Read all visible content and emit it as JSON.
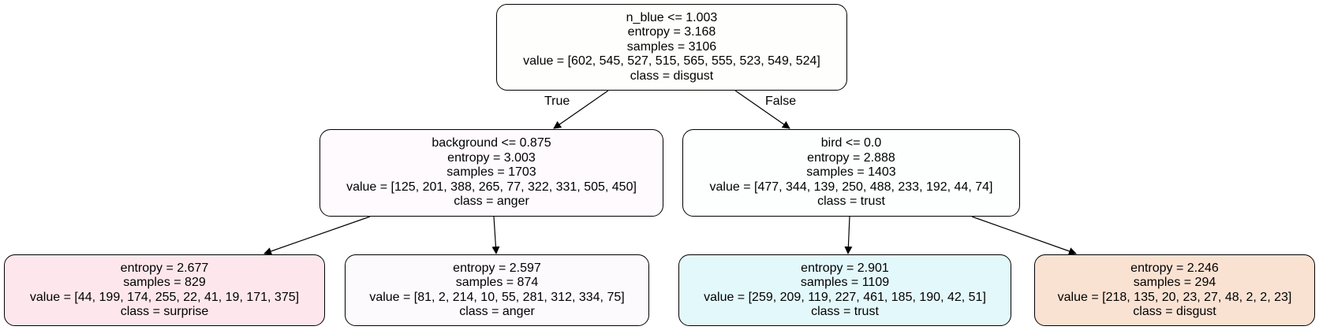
{
  "nodes": [
    {
      "id": "n0",
      "fill": "#fefefd",
      "lines": [
        "n_blue <= 1.003",
        "entropy = 3.168",
        "samples = 3106",
        "value = [602, 545, 527, 515, 565, 555, 523, 549, 524]",
        "class = disgust"
      ]
    },
    {
      "id": "n1",
      "fill": "#fefafd",
      "lines": [
        "background <= 0.875",
        "entropy = 3.003",
        "samples = 1703",
        "value = [125, 201, 388, 265, 77, 322, 331, 505, 450]",
        "class = anger"
      ]
    },
    {
      "id": "n2",
      "fill": "#fdfffe",
      "lines": [
        "bird <= 0.0",
        "entropy = 2.888",
        "samples = 1403",
        "value = [477, 344, 139, 250, 488, 233, 192, 44, 74]",
        "class = trust"
      ]
    },
    {
      "id": "n3",
      "fill": "#fde7ec",
      "lines": [
        "entropy = 2.677",
        "samples = 829",
        "value = [44, 199, 174, 255, 22, 41, 19, 171, 375]",
        "class = surprise"
      ]
    },
    {
      "id": "n4",
      "fill": "#fdfafd",
      "lines": [
        "entropy = 2.597",
        "samples = 874",
        "value = [81, 2, 214, 10, 55, 281, 312, 334, 75]",
        "class = anger"
      ]
    },
    {
      "id": "n5",
      "fill": "#e3f8fb",
      "lines": [
        "entropy = 2.901",
        "samples = 1109",
        "value = [259, 209, 119, 227, 461, 185, 190, 42, 51]",
        "class = trust"
      ]
    },
    {
      "id": "n6",
      "fill": "#fae2d3",
      "lines": [
        "entropy = 2.246",
        "samples = 294",
        "value = [218, 135, 20, 23, 27, 48, 2, 2, 23]",
        "class = disgust"
      ]
    }
  ],
  "edges": [
    {
      "from": "n0",
      "to": "n1"
    },
    {
      "from": "n0",
      "to": "n2"
    },
    {
      "from": "n1",
      "to": "n3"
    },
    {
      "from": "n1",
      "to": "n4"
    },
    {
      "from": "n2",
      "to": "n5"
    },
    {
      "from": "n2",
      "to": "n6"
    }
  ],
  "edge_labels": {
    "true_label": "True",
    "false_label": "False"
  }
}
